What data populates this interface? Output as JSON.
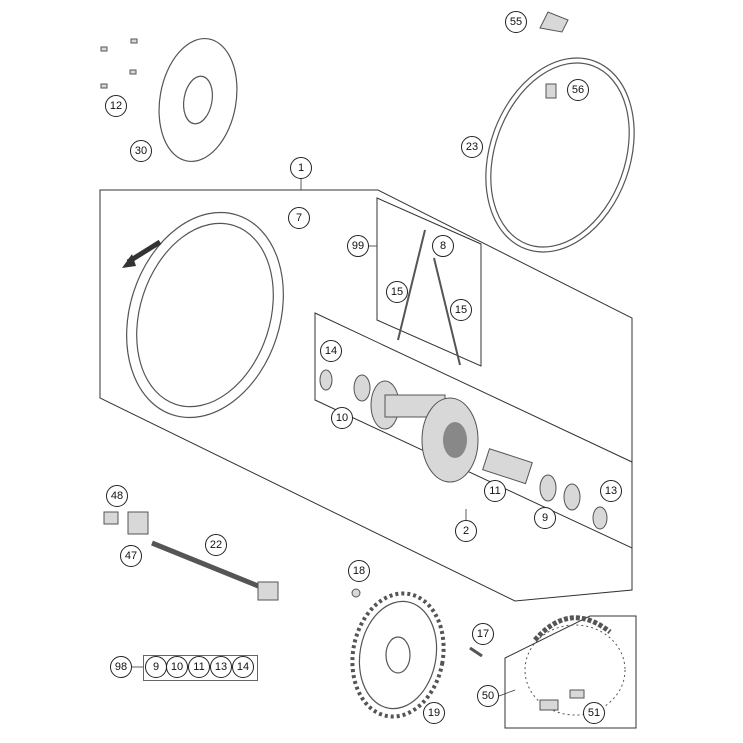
{
  "callouts": [
    {
      "id": "c55",
      "label": "55"
    },
    {
      "id": "c56",
      "label": "56"
    },
    {
      "id": "c23",
      "label": "23"
    },
    {
      "id": "c12",
      "label": "12"
    },
    {
      "id": "c30",
      "label": "30"
    },
    {
      "id": "c1",
      "label": "1"
    },
    {
      "id": "c7",
      "label": "7"
    },
    {
      "id": "c99",
      "label": "99"
    },
    {
      "id": "c8",
      "label": "8"
    },
    {
      "id": "c15a",
      "label": "15"
    },
    {
      "id": "c15b",
      "label": "15"
    },
    {
      "id": "c14",
      "label": "14"
    },
    {
      "id": "c10",
      "label": "10"
    },
    {
      "id": "c11",
      "label": "11"
    },
    {
      "id": "c13",
      "label": "13"
    },
    {
      "id": "c9",
      "label": "9"
    },
    {
      "id": "c2",
      "label": "2"
    },
    {
      "id": "c48",
      "label": "48"
    },
    {
      "id": "c47",
      "label": "47"
    },
    {
      "id": "c22",
      "label": "22"
    },
    {
      "id": "c18",
      "label": "18"
    },
    {
      "id": "c17",
      "label": "17"
    },
    {
      "id": "c19",
      "label": "19"
    },
    {
      "id": "c50",
      "label": "50"
    },
    {
      "id": "c51",
      "label": "51"
    },
    {
      "id": "c98",
      "label": "98"
    }
  ],
  "kit_98": {
    "label": "98",
    "contents": [
      "9",
      "10",
      "11",
      "13",
      "14"
    ]
  },
  "colors": {
    "line": "#333333",
    "part_fill": "#d8d8d8"
  }
}
